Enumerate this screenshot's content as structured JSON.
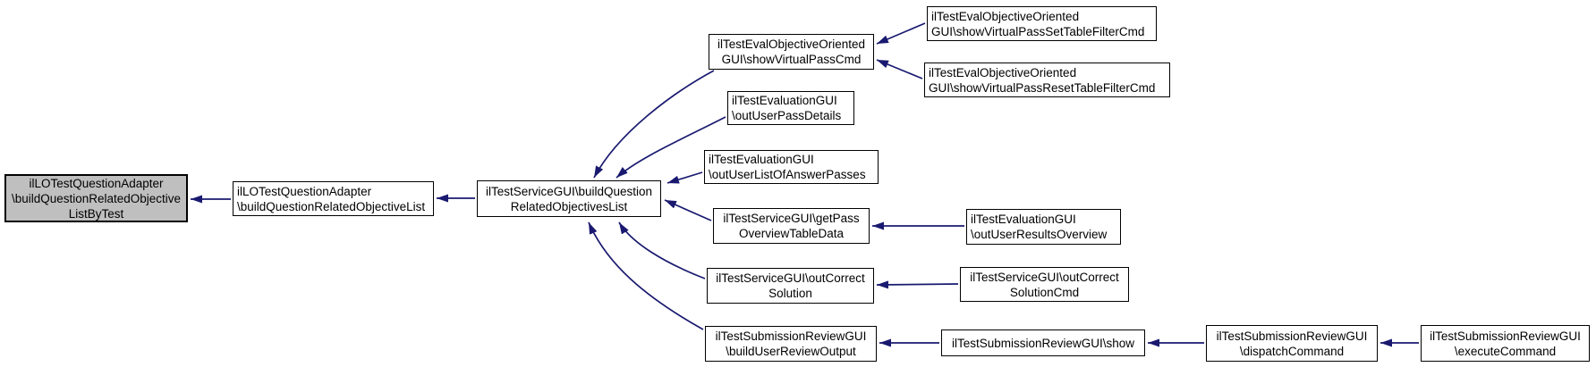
{
  "diagram": {
    "kind": "caller-graph",
    "background_color": "#ffffff",
    "edge_color": "#191970",
    "node_border_color": "#000000",
    "node_fill_color": "#ffffff",
    "root_node_fill_color": "#bfbfbf"
  },
  "nodes": {
    "root": {
      "line1": "ilLOTestQuestionAdapter",
      "line2": "\\buildQuestionRelatedObjective",
      "line3": "ListByTest"
    },
    "adapter_build_list": {
      "line1": "ilLOTestQuestionAdapter",
      "line2": "\\buildQuestionRelatedObjectiveList"
    },
    "service_build": {
      "line1": "ilTestServiceGUI\\buildQuestion",
      "line2": "RelatedObjectivesList"
    },
    "show_virtual_pass": {
      "line1": "ilTestEvalObjectiveOriented",
      "line2": "GUI\\showVirtualPassCmd"
    },
    "set_table_filter": {
      "line1": "ilTestEvalObjectiveOriented",
      "line2": "GUI\\showVirtualPassSetTableFilterCmd"
    },
    "reset_table_filter": {
      "line1": "ilTestEvalObjectiveOriented",
      "line2": "GUI\\showVirtualPassResetTableFilterCmd"
    },
    "out_user_pass_details": {
      "line1": "ilTestEvaluationGUI",
      "line2": "\\outUserPassDetails"
    },
    "out_user_list_of_answer_passes": {
      "line1": "ilTestEvaluationGUI",
      "line2": "\\outUserListOfAnswerPasses"
    },
    "get_pass_overview": {
      "line1": "ilTestServiceGUI\\getPass",
      "line2": "OverviewTableData"
    },
    "out_user_results_overview": {
      "line1": "ilTestEvaluationGUI",
      "line2": "\\outUserResultsOverview"
    },
    "out_correct_solution": {
      "line1": "ilTestServiceGUI\\outCorrect",
      "line2": "Solution"
    },
    "out_correct_solution_cmd": {
      "line1": "ilTestServiceGUI\\outCorrect",
      "line2": "SolutionCmd"
    },
    "build_user_review_output": {
      "line1": "ilTestSubmissionReviewGUI",
      "line2": "\\buildUserReviewOutput"
    },
    "show": {
      "line1": "ilTestSubmissionReviewGUI\\show"
    },
    "dispatch_command": {
      "line1": "ilTestSubmissionReviewGUI",
      "line2": "\\dispatchCommand"
    },
    "execute_command": {
      "line1": "ilTestSubmissionReviewGUI",
      "line2": "\\executeCommand"
    }
  }
}
